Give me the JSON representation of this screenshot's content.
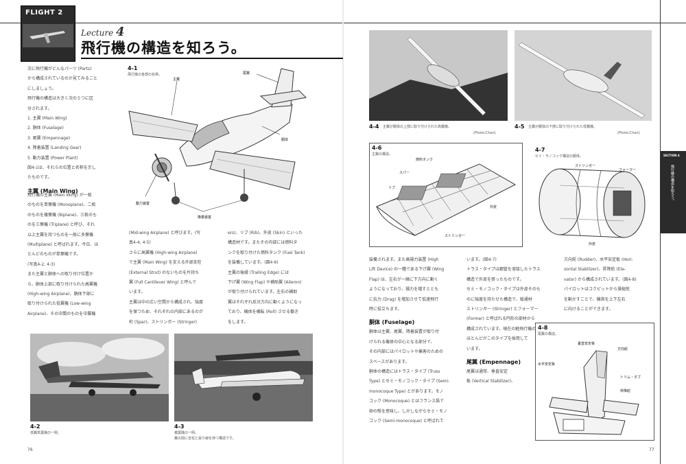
{
  "header": {
    "flight_label": "FLIGHT 2",
    "lecture_word": "Lecture",
    "lecture_number": "4",
    "title": "飛行機の構造を知ろう。"
  },
  "left_page": {
    "column1": [
      "次に飛行機がどんなパーツ (Parts)",
      "から構成されているのか見てみること",
      "にしましょう。",
      "飛行機の構造は大きく次の５つに区",
      "分されます。",
      "1. 主翼 (Main Wing)",
      "2. 胴体 (Fuselage)",
      "3. 尾翼 (Empennage)",
      "4. 降着装置 (Landing Gear)",
      "5. 動力装置 (Power Plant)",
      "図4-1は、それらの位置と名称を示し",
      "たものです。"
    ],
    "main_wing_heading": "主翼 (Main Wing)",
    "column1_b": [
      "飛行機の主翼 (Main Wing) が一枚",
      "のものを単葉機 (Monoplane)、二枚",
      "のものを複葉機 (Biplane)、三枚のも",
      "のを三葉機 (Triplane) と呼び、それ",
      "以上主翼を持つものを一般に多葉機",
      "(Multiplane) と呼ばれます。今日、ほ",
      "とんどのものが単葉機です。",
      "(写真4-2, 4-3)",
      "また主翼と胴体への取り付け位置か",
      "ら、胴体上部に取り付けられた高翼機",
      "(High-wing Airplane)、胴体下部に",
      "取り付けられた低翼機 (Low-wing",
      "Airplane)、その中間のものを中翼機"
    ],
    "column2": [
      "(Mid-wing Airplane) と呼びます。(写",
      "真4-4, 4-5)",
      "さらに高翼機 (High-wing Airplane)",
      "で主翼 (Main Wing) を支える外部支柱",
      "(External Strut) のないものを片持ち",
      "翼 (Full Cantilever Wing) と呼んで",
      "います。",
      "主翼は中の広い空間から構成され、強度",
      "を保つため、それぞれの内部にあるのが",
      "桁 (Spar)、ストリンガー (Stringer)"
    ],
    "column3": [
      "ers)、リブ (Rib)、外皮 (Skin) といった",
      "構造材です。またその内部には燃料タ",
      "ンクを取り付けた燃料タンク (Fuel Tank)",
      "を装備しています。(図4-6)",
      "主翼の後縁 (Trailing Edge) には",
      "下げ翼 (Wing Flap) や補助翼 (Aileron)",
      "が取り付けられています。左右の補助",
      "翼はそれぞれ反対方向に動くようになっ",
      "ており、機体を横転 (Roll) させる働き",
      "をします。"
    ],
    "fig41": {
      "label": "4-1",
      "caption": "飛行機の各部の名称。",
      "callouts": {
        "main_wing": "主翼",
        "tail": "尾翼",
        "fuselage": "胴体",
        "power_plant": "動力装置",
        "landing_gear": "降着装置"
      }
    },
    "photo42": {
      "label": "4-2",
      "caption": "低翼単葉機の一例。"
    },
    "photo43": {
      "label": "4-3",
      "caption1": "複葉機の一例。",
      "caption2": "翼の間に支柱と張り線を持つ構造です。"
    },
    "page_number": "76"
  },
  "right_page": {
    "photo44": {
      "label": "4-4",
      "caption": "主翼が胴体の上部に取り付けられた高翼機。",
      "credit": "(Photo:Chan)"
    },
    "photo45": {
      "label": "4-5",
      "caption": "主翼が胴体の下部に取り付けられた低翼機。",
      "credit": "(Photo:Chan)"
    },
    "fig46": {
      "label": "4-6",
      "caption": "主翼の構造。",
      "callouts": {
        "fuel_tank": "燃料タンク",
        "spar": "スパー",
        "rib": "リブ",
        "skin": "外皮",
        "stringer": "ストリンガー"
      }
    },
    "fig47": {
      "label": "4-7",
      "caption": "セミ・モノコック構造の胴体。",
      "callouts": {
        "stringer": "ストリンガー",
        "former": "フォーマー",
        "skin": "外皮"
      }
    },
    "column4": [
      "装備されます。また高揚力装置 (High",
      "Lift Device) の一種である下げ翼 (Wing",
      "Flap) は、左右が一緒に下方向に動く",
      "ようになっており、揚力を増すととも",
      "に抗力 (Drag) を増加させて低速飛行",
      "時に役立ちます。"
    ],
    "fuselage_heading": "胴体 (Fuselage)",
    "column4_b": [
      "胴体は主翼、尾翼、降着装置が取り付",
      "けられる機体の中心となる部分で、",
      "その内部にはパイロットや乗客のための",
      "スペースがあります。",
      "胴体の構造にはトラス・タイプ (Truss",
      "Type) とセミ・モノコック・タイプ (Semi-",
      "monocoque Type) とがあります。モノ",
      "コック (Monocoque) とはフランス語で",
      "卵の殻を意味し、しかしながらセミ・モノ",
      "コック (Semi-monocoque) と呼ばれて"
    ],
    "column5": [
      "います。(図4-7)",
      "トラス・タイプは鋼管を溶接したトラス",
      "構造で外皮を張ったものです。",
      "セミ・モノコック・タイプは外皮そのも",
      "のに強度を持たせた構造で、縦通材",
      "ストリンガー (Stringer) とフォーマー",
      "(Former) と呼ばれる円形の部材から",
      "構成されています。現在の軽飛行機の",
      "ほとんどがこのタイプを採用して",
      "います。"
    ],
    "empennage_heading": "尾翼 (Empennage)",
    "column5_b": [
      "尾翼は通常、垂直安定",
      "板 (Vertical Stabilizer)、"
    ],
    "column6": [
      "方向舵 (Rudder)、水平安定板 (Hori-",
      "zontal Stabilizer)、昇降舵 (Ele-",
      "vator) から構成されています。(図4-8)",
      "パイロットはコクピットから操縦舵",
      "を動かすことで、機首を上下左右",
      "に向けることができます。"
    ],
    "fig48": {
      "label": "4-8",
      "caption": "尾翼の構造。",
      "callouts": {
        "rudder": "方向舵",
        "vertical": "垂直安定板",
        "horizontal": "水平安定板",
        "elevator": "昇降舵",
        "trim": "トリム・タブ"
      }
    },
    "side_tab": {
      "label": "SECTION 4",
      "text": "飛行機の構造を知ろう。"
    },
    "page_number": "77"
  }
}
